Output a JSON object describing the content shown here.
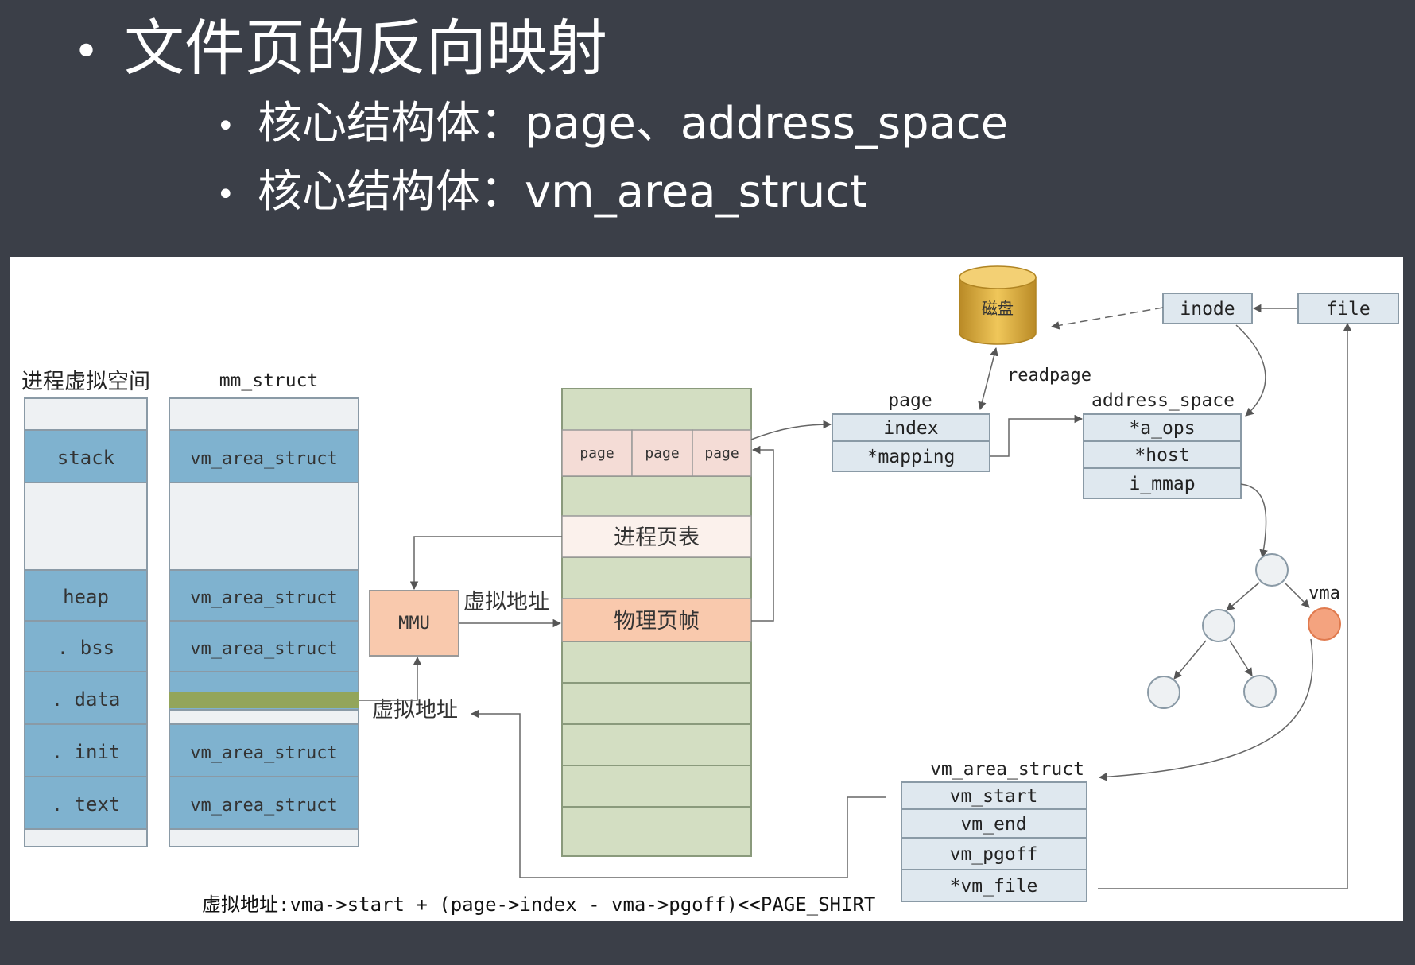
{
  "slide": {
    "title": "文件页的反向映射",
    "bullets": [
      "核心结构体：page、address_space",
      "核心结构体：vm_area_struct"
    ]
  },
  "diagram": {
    "vas_heading": "进程虚拟空间",
    "vas_segments": [
      "stack",
      "heap",
      ". bss",
      ". data",
      ". init",
      ". text"
    ],
    "mm_heading": "mm_struct",
    "vma_label": "vm_area_struct",
    "page_cells": [
      "page",
      "page",
      "page"
    ],
    "page_table": "进程页表",
    "phys_frame": "物理页帧",
    "mmu": "MMU",
    "virt_addr_1": "虚拟地址",
    "virt_addr_2": "虚拟地址",
    "disk": "磁盘",
    "readpage": "readpage",
    "page_struct": {
      "title": "page",
      "fields": [
        "index",
        "*mapping"
      ]
    },
    "inode": "inode",
    "file": "file",
    "address_space": {
      "title": "address_space",
      "fields": [
        "*a_ops",
        "*host",
        "i_mmap"
      ]
    },
    "tree_vma_label": "vma",
    "vm_area_struct": {
      "title": "vm_area_struct",
      "fields": [
        "vm_start",
        "vm_end",
        "vm_pgoff",
        "*vm_file"
      ]
    },
    "formula": "虚拟地址:vma->start + (page->index - vma->pgoff)<<PAGE_SHIRT"
  },
  "colors": {
    "background": "#3b3f48",
    "segment_blue": "#7fb2cf",
    "phys_green": "#d3dec2",
    "page_pink": "#f4dcd6",
    "mmu_orange": "#f9c9ad",
    "struct_box": "#dfe8ef",
    "vma_node": "#f4a37f",
    "disk_gold": "#d6a93c",
    "stripe_olive": "#93a55a"
  }
}
